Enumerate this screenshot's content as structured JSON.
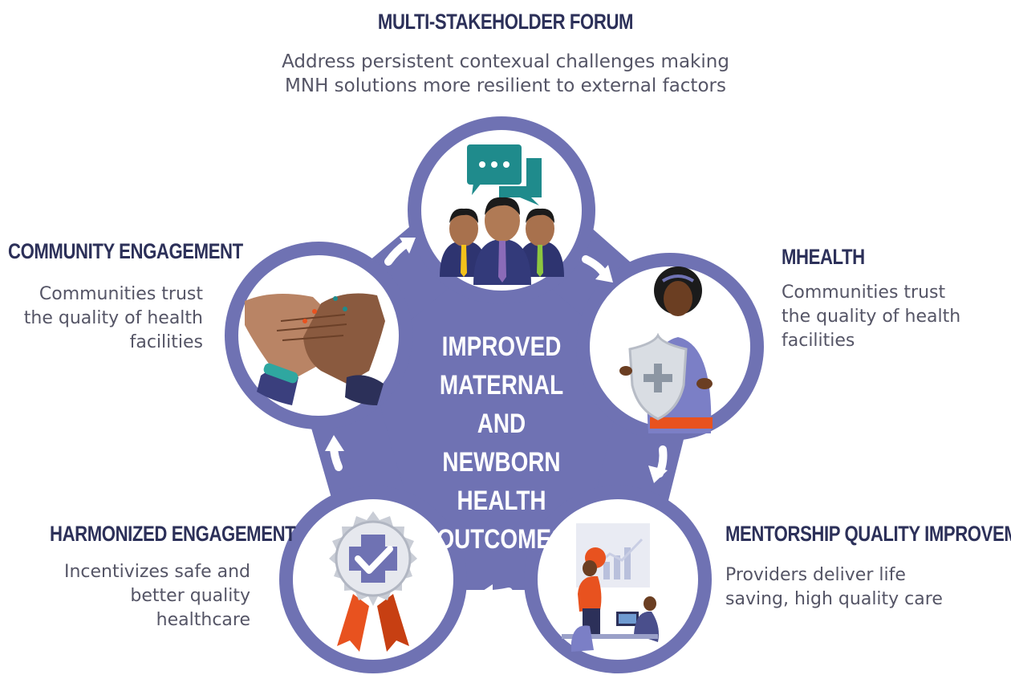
{
  "center": {
    "lines": [
      "IMPROVED",
      "MATERNAL AND",
      "NEWBORN HEALTH",
      "OUTCOMES"
    ]
  },
  "nodes": {
    "forum": {
      "title": "MULTI-STAKEHOLDER FORUM",
      "desc": [
        "Address persistent contexual challenges making",
        "MNH solutions more resilient to external factors"
      ],
      "icon": "stakeholders-chat-icon"
    },
    "mhealth": {
      "title": "MHEALTH",
      "desc": [
        "Communities trust",
        "the quality of health",
        "facilities"
      ],
      "icon": "health-worker-shield-icon"
    },
    "mentorship": {
      "title": "MENTORSHIP QUALITY IMPROVEMENT",
      "desc": [
        "Providers deliver life",
        "saving, high quality care"
      ],
      "icon": "mentorship-meeting-icon"
    },
    "harmonized": {
      "title": "HARMONIZED ENGAGEMENT",
      "desc": [
        "Incentivizes safe and",
        "better quality",
        "healthcare"
      ],
      "icon": "quality-badge-icon"
    },
    "community": {
      "title": "COMMUNITY ENGAGEMENT",
      "desc": [
        "Communities trust",
        "the quality of health",
        "facilities"
      ],
      "icon": "joined-hands-icon"
    }
  },
  "colors": {
    "primary": "#6f72b3",
    "title": "#2c3059",
    "body_text": "#555566",
    "center_text": "#ffffff",
    "accent_teal": "#1f8b8c",
    "accent_orange": "#e8521f"
  }
}
